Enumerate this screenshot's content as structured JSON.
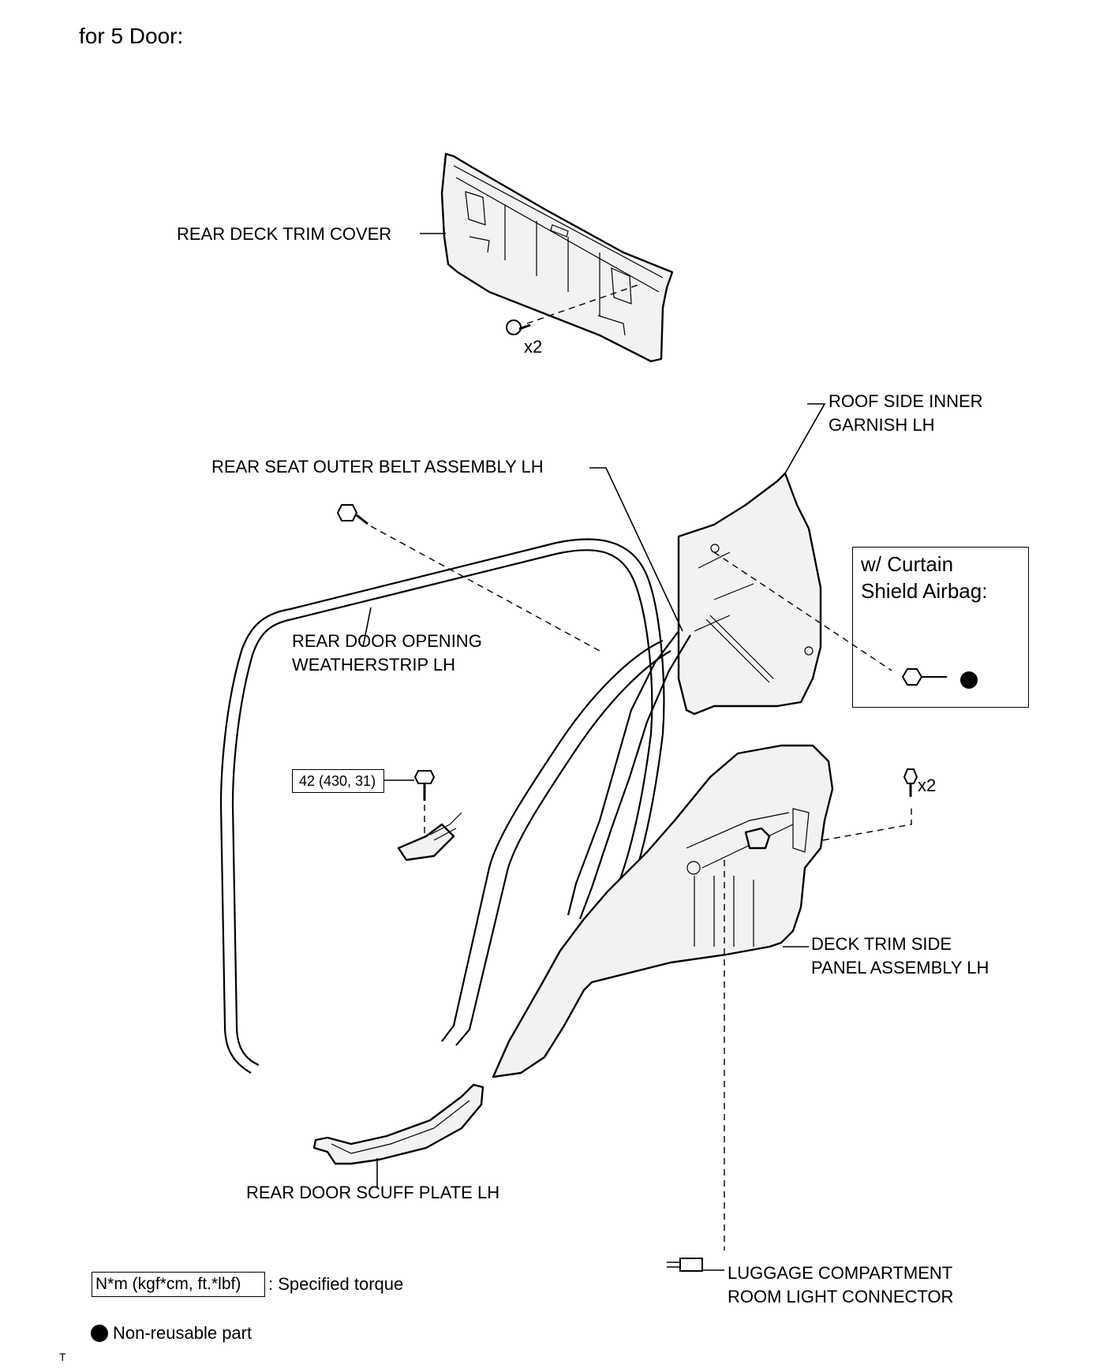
{
  "section_title": "for 5 Door:",
  "labels": {
    "rear_deck_trim_cover": "REAR DECK TRIM COVER",
    "roof_side_inner_garnish": [
      "ROOF SIDE INNER",
      "GARNISH LH"
    ],
    "rear_seat_outer_belt": "REAR SEAT OUTER BELT ASSEMBLY LH",
    "rear_door_opening_weatherstrip": [
      "REAR DOOR OPENING",
      "WEATHERSTRIP LH"
    ],
    "deck_trim_side_panel": [
      "DECK TRIM SIDE",
      "PANEL ASSEMBLY LH"
    ],
    "rear_door_scuff_plate": "REAR DOOR SCUFF PLATE LH",
    "luggage_light_connector": [
      "LUGGAGE COMPARTMENT",
      "ROOM LIGHT CONNECTOR"
    ]
  },
  "quantities": {
    "deck_cover_screws": "x2",
    "side_panel_screws": "x2"
  },
  "torque_value": "42 (430, 31)",
  "callout_box": [
    "w/ Curtain",
    "Shield Airbag:"
  ],
  "legend": {
    "torque_units": "N*m (kgf*cm, ft.*lbf)",
    "torque_text": ": Specified torque",
    "non_reusable_text": "Non-reusable part"
  },
  "corner_mark": "T"
}
